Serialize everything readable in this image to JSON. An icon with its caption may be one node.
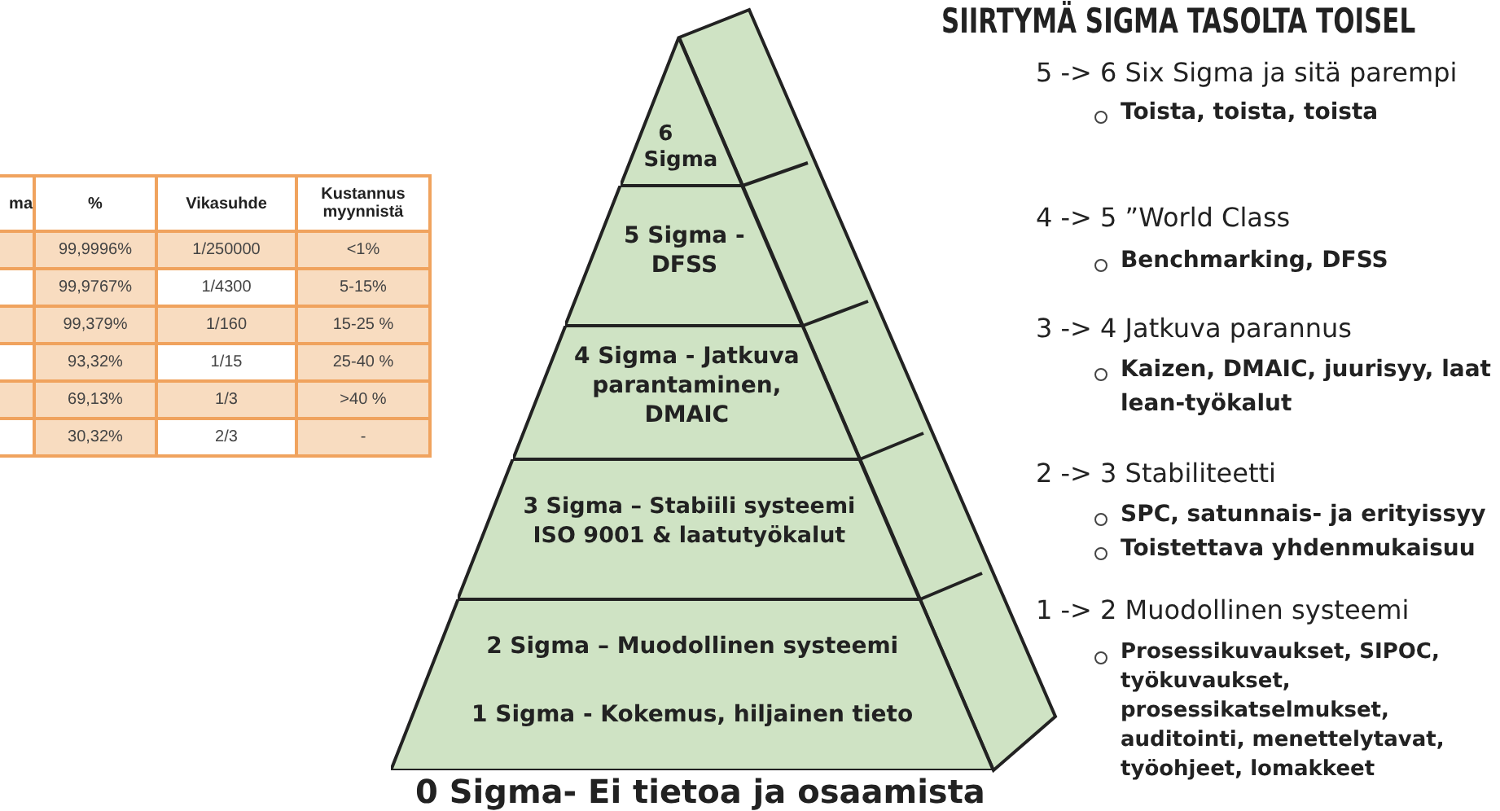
{
  "diagram": {
    "title": "SIIRTYMÄ SIGMA TASOLTA TOISEL",
    "caption": "0 Sigma- Ei tietoa ja osaamista",
    "nodes": [
      {
        "text": [
          "6 Sigma"
        ]
      },
      {
        "text": [
          "5 Sigma - DFSS"
        ]
      },
      {
        "text": [
          "4 Sigma - Jatkuva parantaminen, DMAIC"
        ]
      },
      {
        "text": [
          "3 Sigma – Stabiili systeemi ISO 9001 & laatutyökalut"
        ]
      },
      {
        "text": [
          "2 Sigma – Muodollinen systeemi",
          "1 Sigma - Kokemus, hiljainen tieto"
        ]
      }
    ],
    "edges": [],
    "labels": [
      "ma",
      "%",
      "Vikasuhde",
      "Kustannus myynnistä",
      "99,9996%",
      "1/250000",
      "<1%",
      "99,9767%",
      "1/4300",
      "5-15%",
      "99,379%",
      "1/160",
      "15-25 %",
      "93,32%",
      "1/15",
      "25-40 %",
      "69,13%",
      "1/3",
      ">40 %",
      "30,32%",
      "2/3",
      "-",
      "5 -> 6 Six Sigma ja sitä parempi",
      "Toista, toista, toista",
      "4 -> 5 ”World Class",
      "Benchmarking, DFSS",
      "3 -> 4 Jatkuva parannus",
      "Kaizen, DMAIC, juurisyy, laat lean-työkalut",
      "2 -> 3 Stabiliteetti",
      "SPC, satunnais- ja erityissyy",
      "Toistettava yhdenmukaisuu",
      "1 -> 2 Muodollinen systeemi",
      "Prosessikuvaukset, SIPOC, työkuvaukset, prosessikatselmukset, auditointi, menettelytavat, työohjeet, lomakkeet"
    ]
  }
}
